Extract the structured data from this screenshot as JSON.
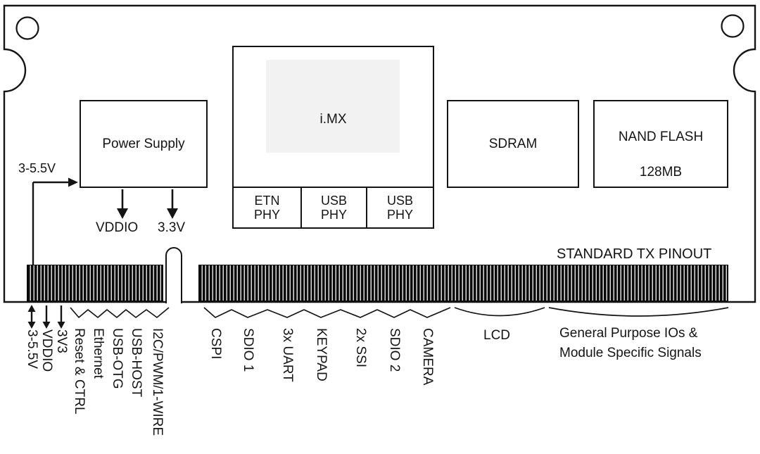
{
  "blocks": {
    "power_supply": "Power Supply",
    "imx": "i.MX",
    "phys": [
      {
        "line1": "ETN",
        "line2": "PHY"
      },
      {
        "line1": "USB",
        "line2": "PHY"
      },
      {
        "line1": "USB",
        "line2": "PHY"
      }
    ],
    "sdram": "SDRAM",
    "nand_line1": "NAND FLASH",
    "nand_line2": "128MB"
  },
  "power": {
    "input": "3-5.5V",
    "vddio": "VDDIO",
    "v33": "3.3V"
  },
  "connector": {
    "pinout": "STANDARD TX PINOUT",
    "power_pins": [
      "3-5.5V",
      "VDDIO",
      "3V3"
    ],
    "ctrl_pins": [
      "Reset & CTRL",
      "Ethernet",
      "USB-OTG",
      "USB-HOST",
      "I2C/PWM/1-WIRE"
    ],
    "bus_pins": [
      "CSPI",
      "SDIO 1",
      "3x UART",
      "KEYPAD",
      "2x SSI",
      "SDIO 2",
      "CAMERA"
    ],
    "lcd": "LCD",
    "gpio_line1": "General Purpose IOs &",
    "gpio_line2": "Module Specific Signals"
  },
  "colors": {
    "line": "#141414",
    "background": "#ffffff"
  }
}
